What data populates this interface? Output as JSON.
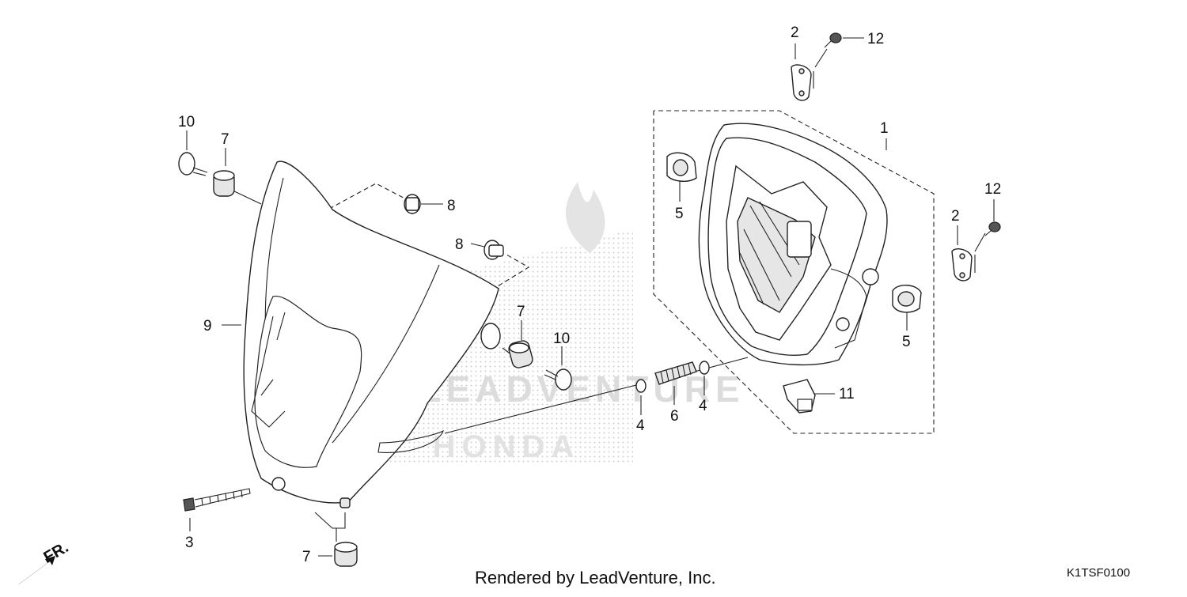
{
  "footer": {
    "credit": "Rendered by LeadVenture, Inc.",
    "diagram_code": "K1TSF0100"
  },
  "direction_label": "FR.",
  "callouts": [
    {
      "id": "c1",
      "label": "1"
    },
    {
      "id": "c2a",
      "label": "2"
    },
    {
      "id": "c2b",
      "label": "2"
    },
    {
      "id": "c3",
      "label": "3"
    },
    {
      "id": "c4a",
      "label": "4"
    },
    {
      "id": "c4b",
      "label": "4"
    },
    {
      "id": "c5a",
      "label": "5"
    },
    {
      "id": "c5b",
      "label": "5"
    },
    {
      "id": "c6",
      "label": "6"
    },
    {
      "id": "c7a",
      "label": "7"
    },
    {
      "id": "c7b",
      "label": "7"
    },
    {
      "id": "c7c",
      "label": "7"
    },
    {
      "id": "c8a",
      "label": "8"
    },
    {
      "id": "c8b",
      "label": "8"
    },
    {
      "id": "c9",
      "label": "9"
    },
    {
      "id": "c10a",
      "label": "10"
    },
    {
      "id": "c10b",
      "label": "10"
    },
    {
      "id": "c11",
      "label": "11"
    },
    {
      "id": "c12a",
      "label": "12"
    },
    {
      "id": "c12b",
      "label": "12"
    }
  ],
  "watermark": {
    "logo_text": "LEADVENTURE",
    "brand_text": "HONDA"
  },
  "colors": {
    "line": "#222222",
    "watermark": "#d9d9d9",
    "background": "#ffffff"
  }
}
